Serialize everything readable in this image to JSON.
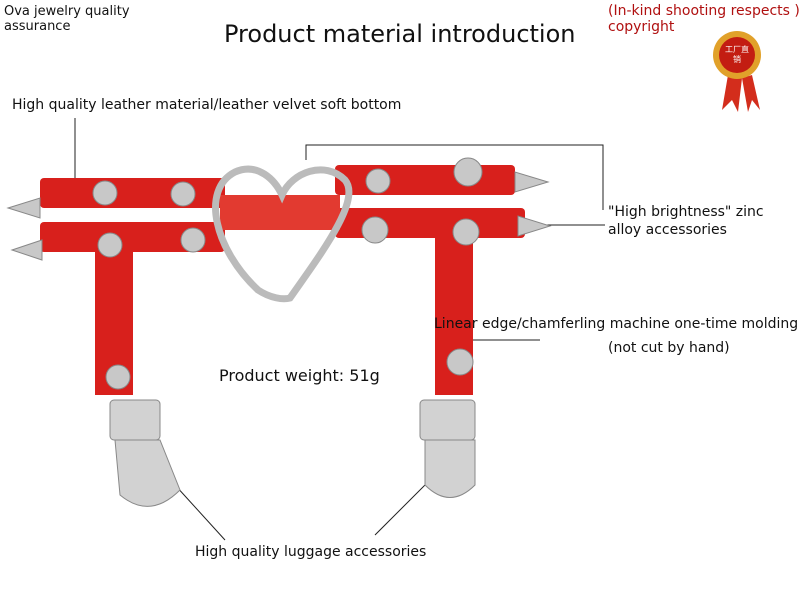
{
  "header": {
    "brand": [
      "Ova jewelry quality",
      "assurance"
    ],
    "title": "Product material introduction",
    "copyright": [
      "(In-kind shooting respects  )",
      "copyright"
    ],
    "badge_text": "工厂直销"
  },
  "annotations": {
    "leather": "High quality leather material/leather velvet soft bottom",
    "zinc": [
      "\"High brightness\" zinc",
      "alloy accessories"
    ],
    "edge": [
      "Linear edge/chamferling machine one-time molding",
      "(not cut by hand)"
    ],
    "weight": "Product weight: 51g",
    "luggage": "High quality luggage accessories"
  },
  "colors": {
    "leather": "#d8201c",
    "copyright": "#b01010",
    "metal": "#c8c8c8"
  }
}
